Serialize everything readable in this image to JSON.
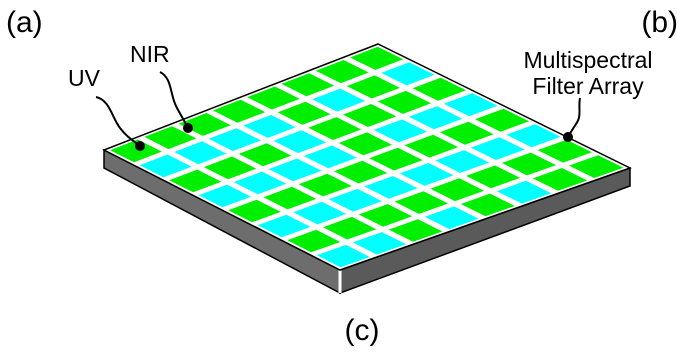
{
  "panel_labels": {
    "a": "(a)",
    "b": "(b)",
    "c": "(c)"
  },
  "callouts": {
    "uv": "UV",
    "nir": "NIR",
    "msfa_line1": "Multispectral",
    "msfa_line2": "Filter Array"
  },
  "colors": {
    "uv_filter": "#00ffff",
    "nir_filter": "#00ee00",
    "grid_line": "#ffffff",
    "substrate_side": "#6d6d6d",
    "substrate_front": "#5a5a5a",
    "outline": "#000000"
  },
  "filter_pattern": [
    [
      "nir",
      "nir",
      "nir",
      "nir",
      "nir",
      "nir",
      "nir",
      "nir"
    ],
    [
      "uv",
      "uv",
      "uv",
      "uv",
      "nir",
      "uv",
      "nir",
      "uv"
    ],
    [
      "nir",
      "nir",
      "nir",
      "uv",
      "nir",
      "nir",
      "nir",
      "nir"
    ],
    [
      "uv",
      "uv",
      "uv",
      "uv",
      "nir",
      "uv",
      "uv",
      "uv"
    ],
    [
      "nir",
      "nir",
      "nir",
      "nir",
      "nir",
      "nir",
      "nir",
      "nir"
    ],
    [
      "uv",
      "uv",
      "uv",
      "uv",
      "uv",
      "uv",
      "uv",
      "uv"
    ],
    [
      "nir",
      "nir",
      "nir",
      "nir",
      "nir",
      "nir",
      "nir",
      "nir"
    ],
    [
      "uv",
      "uv",
      "nir",
      "uv",
      "nir",
      "uv",
      "nir",
      "nir"
    ]
  ]
}
